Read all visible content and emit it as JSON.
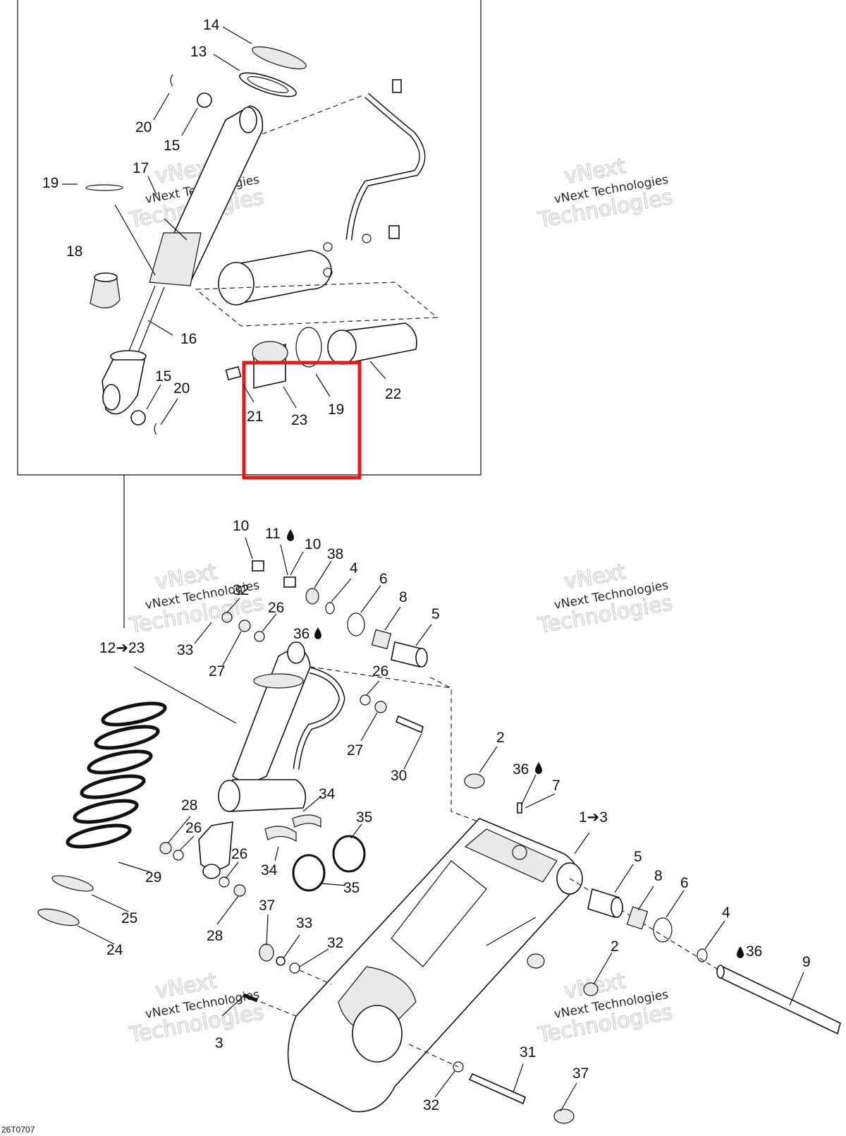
{
  "diagram_code": "26T0707",
  "watermark": {
    "line1": "vNext Technologies",
    "line2": "vNext",
    "line3": "Technologies"
  },
  "highlight_color": "#e11b1b",
  "drop_icon": "oil-drop-icon",
  "callouts": {
    "c14": "14",
    "c13": "13",
    "c20a": "20",
    "c15a": "15",
    "c17": "17",
    "c19a": "19",
    "c18": "18",
    "c16": "16",
    "c15b": "15",
    "c20b": "20",
    "c21": "21",
    "c23": "23",
    "c19b": "19",
    "c22": "22",
    "c10a": "10",
    "c11": "11",
    "c10b": "10",
    "c38": "38",
    "c4a": "4",
    "c6a": "6",
    "c8a": "8",
    "c5a": "5",
    "c32a": "32",
    "c26a": "26",
    "c36a": "36",
    "c33a": "33",
    "c27a": "27",
    "c12": "12➔23",
    "c26b": "26",
    "c27b": "27",
    "c30": "30",
    "c2a": "2",
    "c36b": "36",
    "c7": "7",
    "c1": "1➔3",
    "c34a": "34",
    "c35a": "35",
    "c28a": "28",
    "c26c": "26",
    "c26d": "26",
    "c34b": "34",
    "c35b": "35",
    "c29": "29",
    "c25": "25",
    "c37a": "37",
    "c33b": "33",
    "c32b": "32",
    "c24": "24",
    "c28b": "28",
    "c5b": "5",
    "c8b": "8",
    "c6b": "6",
    "c4b": "4",
    "c36c": "36",
    "c9": "9",
    "c2b": "2",
    "c3": "3",
    "c31": "31",
    "c37b": "37",
    "c32c": "32"
  }
}
